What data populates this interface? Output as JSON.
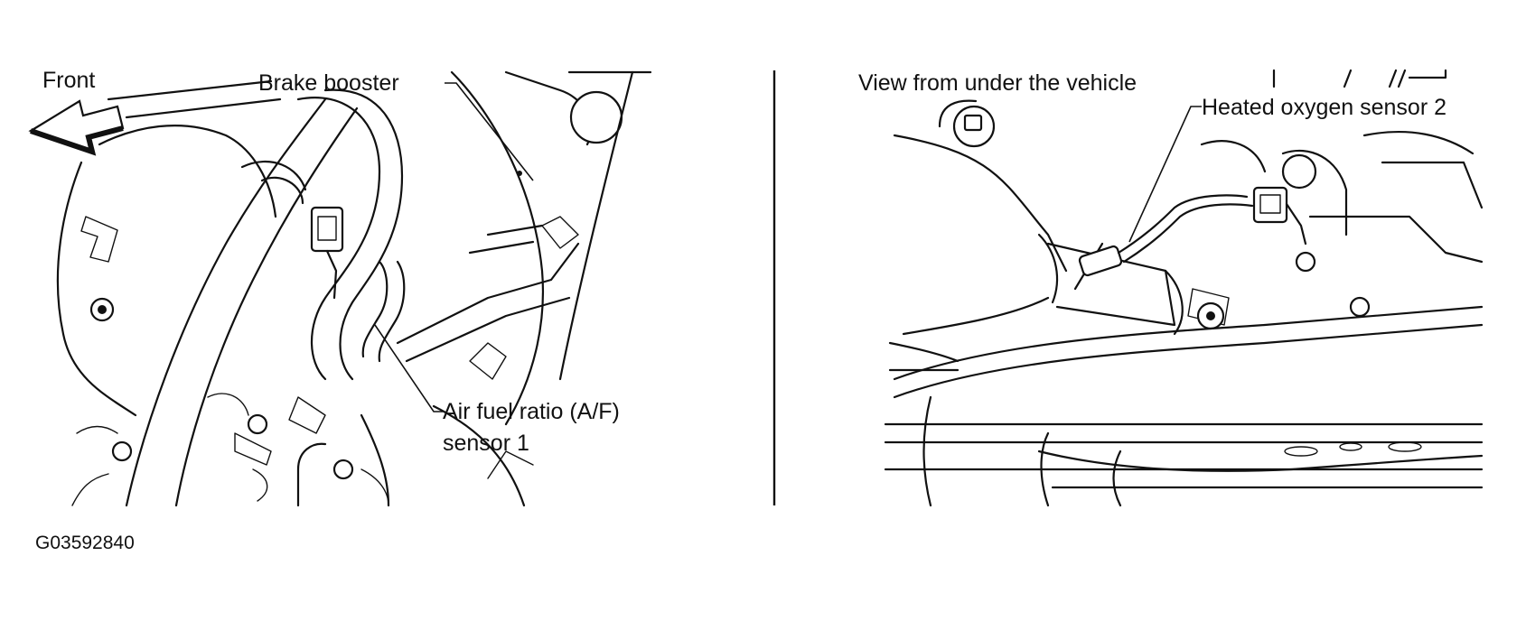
{
  "labels": {
    "front": "Front",
    "brake_booster": "Brake booster",
    "af_sensor_line1": "Air fuel ratio (A/F)",
    "af_sensor_line2": "sensor 1",
    "view_under": "View from under the vehicle",
    "heated_o2": "Heated oxygen sensor 2",
    "figure_code": "G03592840"
  }
}
